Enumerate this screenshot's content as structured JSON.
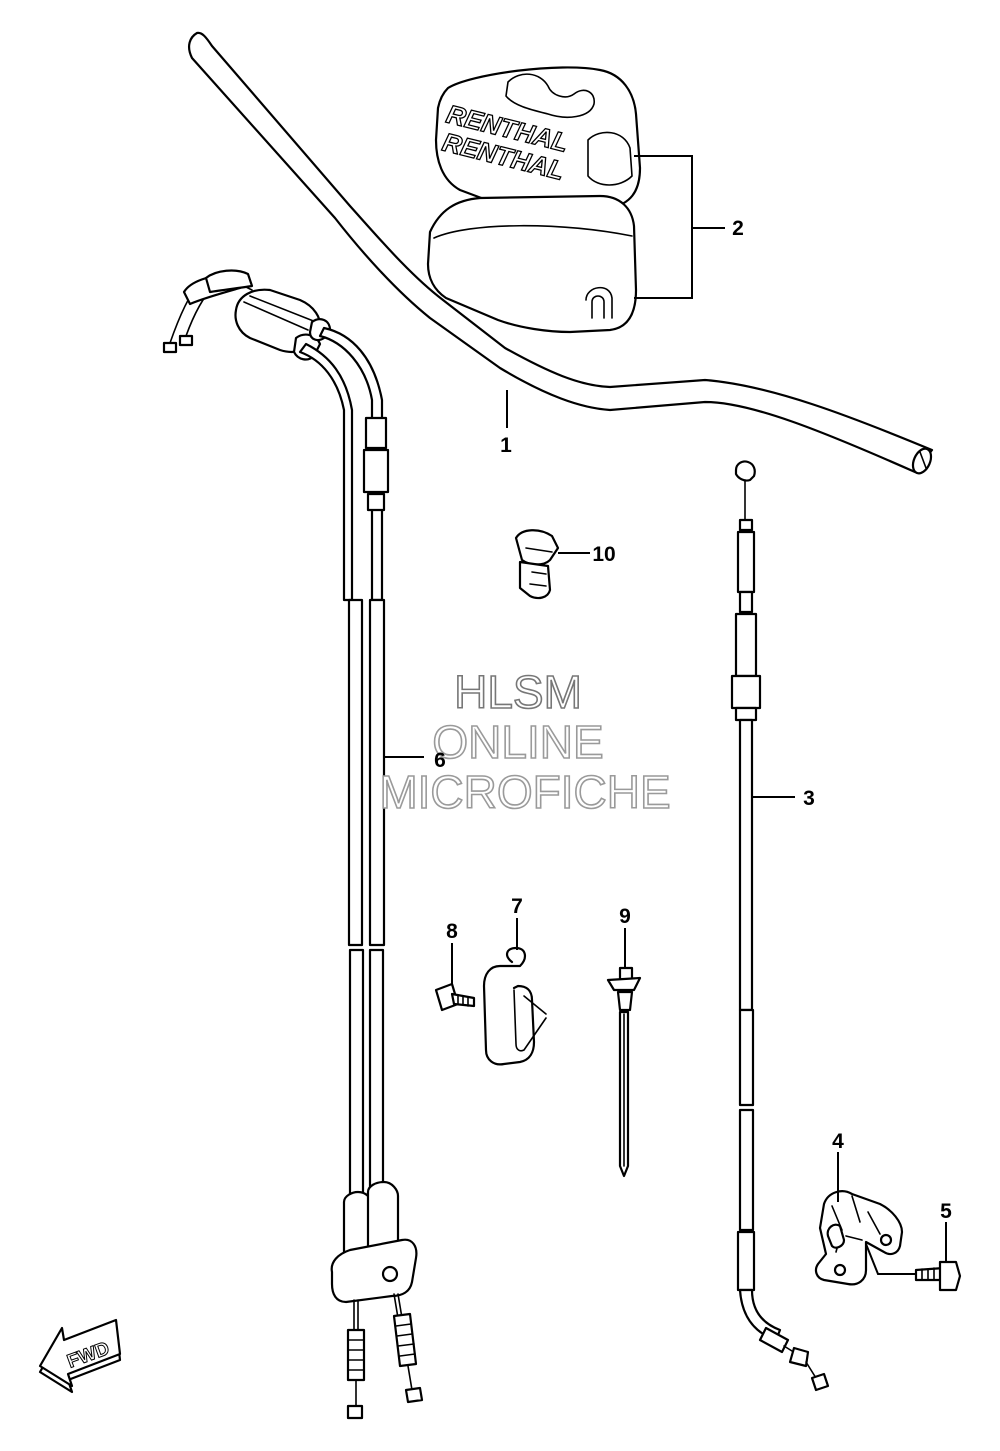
{
  "diagram": {
    "callouts": [
      "1",
      "2",
      "3",
      "4",
      "5",
      "6",
      "7",
      "8",
      "9",
      "10"
    ],
    "brand_label": "RENTHAL",
    "watermark": [
      "HLSM",
      "ONLINE",
      "MICROFICHE"
    ],
    "direction_label": "FWD"
  }
}
